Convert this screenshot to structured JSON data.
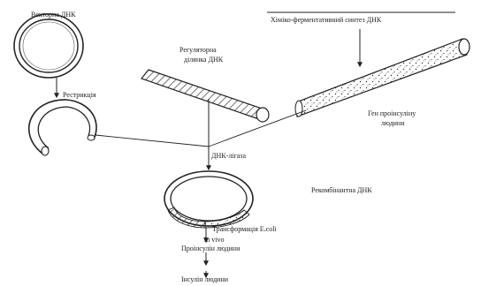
{
  "labels": {
    "vector_dna": "Векторна ДНК",
    "restriction": "Рестрикція",
    "regulatory_dna_l1": "Регуляторна",
    "regulatory_dna_l2": "ділянка ДНК",
    "chem_enzymatic_synthesis": "Хіміко-ферментативний синтез ДНК",
    "gene_l1": "Ген проінсуліну",
    "gene_l2": "людини",
    "dna_ligase": "ДНК-лігаза",
    "recombinant_dna": "Рекомбінантна ДНК",
    "transformation": "Трансформація E.coli",
    "in_vivo": "in vivo",
    "proinsulin": "Проінсулін людини",
    "insulin": "Інсулін людини"
  }
}
